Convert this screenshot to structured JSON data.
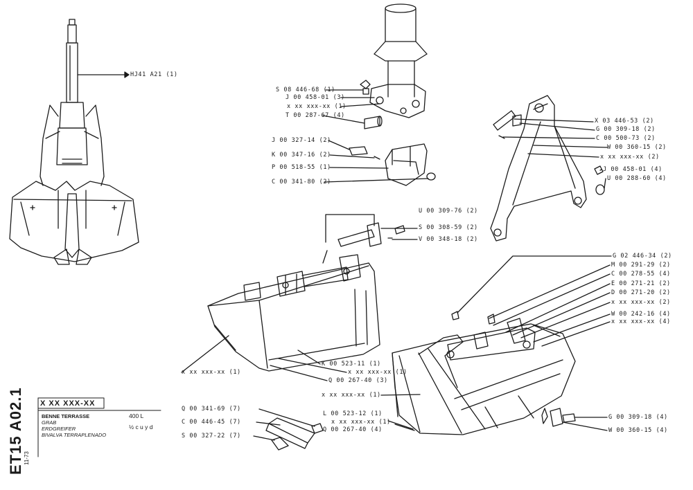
{
  "title_block": {
    "code": "X XX XXX-XX",
    "names": [
      "BENNE TERRASSE",
      "GRAB",
      "ERDGREIFER",
      "BIVALVA TERRAPLENADO"
    ],
    "capacity": "400 L",
    "capacity_imperial": "½ c u y d"
  },
  "side": {
    "doc_code": "ET15 A02.1",
    "date": "11-73"
  },
  "refs": {
    "hook": "HJ41 A21 (1)",
    "p1": "S 08  446-68  (1)",
    "p2": "J  00  458-01  (3)",
    "p3": "x  xx  xxx-xx  (1)",
    "p4": "T  00  287-67  (4)",
    "p5": "J  00  327-14  (2)",
    "p6": "K  00  347-16  (2)",
    "p7": "P  00  518-55  (1)",
    "p8": "C  00  341-80  (2)",
    "p9": "X  03  446-53  (2)",
    "p10": "G  00  309-18  (2)",
    "p11": "C  00  500-73  (2)",
    "p12": "W 00  360-15  (2)",
    "p13": "x  xx  xxx-xx  (2)",
    "p14": "J  00  458-01  (4)",
    "p15": "U  00  288-60  (4)",
    "p16": "U  00  309-76  (2)",
    "p17": "S  00  308-59  (2)",
    "p18": "V  00  348-18  (2)",
    "p19": "K  00  523-11  (1)",
    "p20": "x  xx  xxx-xx  (1)",
    "p21": "Q  00  267-40  (3)",
    "p22": "x  xx  xxx-xx  (1)",
    "p23": "G  02  446-34  (2)",
    "p24": "M  00  291-29  (2)",
    "p25": "C  00  278-55  (4)",
    "p26": "E  00  271-21  (2)",
    "p27": "D  00  271-20  (2)",
    "p28": "x  xx  xxx-xx  (2)",
    "p29": "W 00  242-16  (4)",
    "p30": "x  xx  xxx-xx  (4)",
    "p31": "x  xx  xxx-xx (1)",
    "p32": "L  00  523-12  (1)",
    "p33": "x  xx  xxx-xx  (1)",
    "p34": "Q  00  267-40  (4)",
    "p35": "G  00  309-18  (4)",
    "p36": "W 00  360-15  (4)",
    "p37": "Q  00  341-69  (7)",
    "p38": "C  00  446-45  (7)",
    "p39": "S  00  327-22  (7)"
  }
}
